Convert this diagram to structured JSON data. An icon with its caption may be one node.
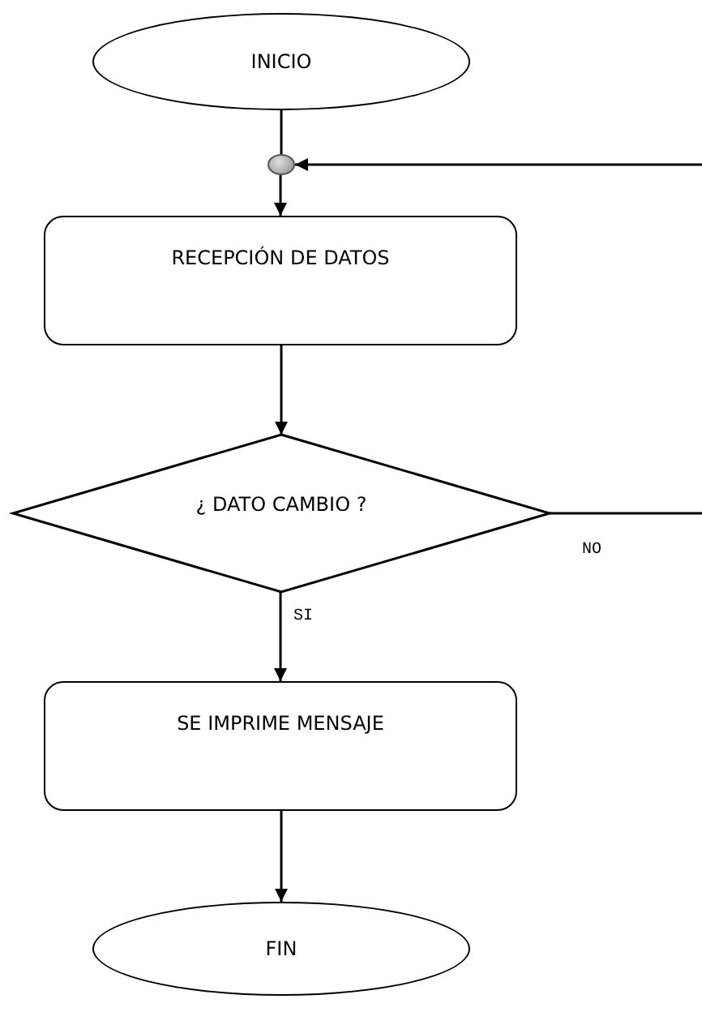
{
  "diagram": {
    "nodes": [
      {
        "text": [
          "INICIO"
        ]
      },
      {
        "text": [],
        "shape": "circle"
      },
      {
        "text": [
          "RECEPCIÓN DE DATOS"
        ]
      },
      {
        "text": [
          "¿ DATO CAMBIO ?"
        ]
      },
      {
        "text": [
          "SE IMPRIME MENSAJE"
        ]
      },
      {
        "text": [
          "FIN"
        ]
      }
    ],
    "edges": [
      {
        "from": 0,
        "to": 1,
        "arrow": "none"
      },
      {
        "from": 1,
        "to": 2,
        "arrow": "to"
      },
      {
        "from": 2,
        "to": 3,
        "arrow": "to"
      },
      {
        "from": 3,
        "to": 4,
        "arrow": "to",
        "label": "SI"
      },
      {
        "from": 3,
        "to": null,
        "arrow": "none",
        "label": "NO"
      },
      {
        "from": 4,
        "to": 5,
        "arrow": "to"
      },
      {
        "from": null,
        "to": 1,
        "arrow": "to"
      }
    ]
  }
}
